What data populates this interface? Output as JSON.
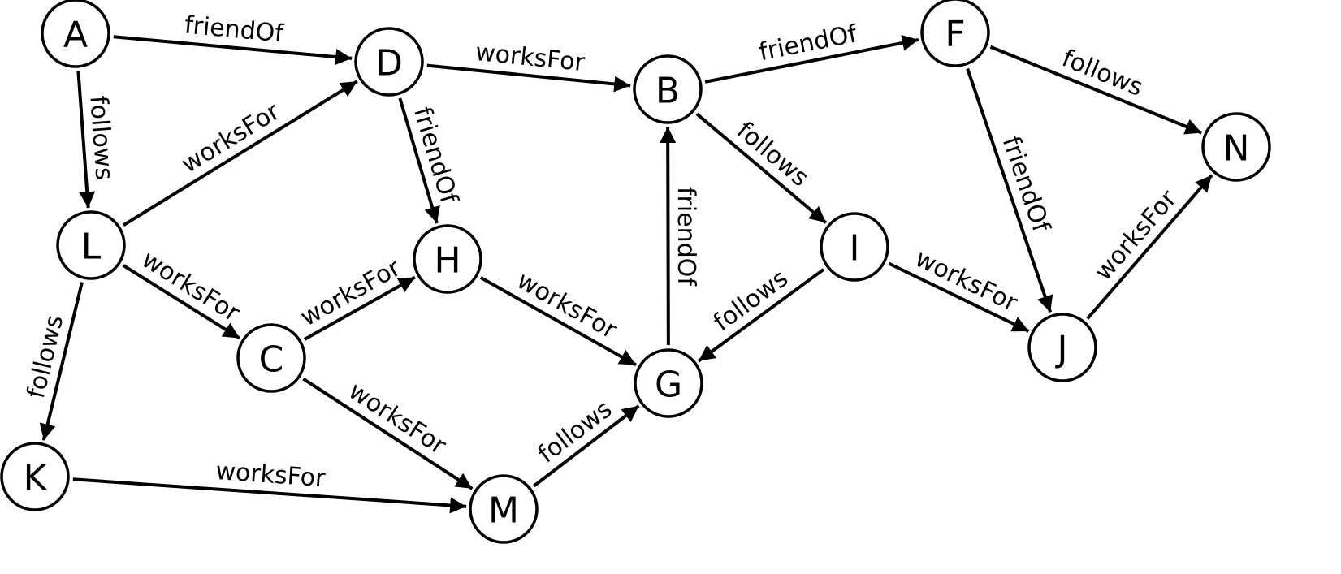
{
  "graph": {
    "nodes": [
      {
        "id": "A",
        "label": "A"
      },
      {
        "id": "D",
        "label": "D"
      },
      {
        "id": "B",
        "label": "B"
      },
      {
        "id": "F",
        "label": "F"
      },
      {
        "id": "N",
        "label": "N"
      },
      {
        "id": "L",
        "label": "L"
      },
      {
        "id": "H",
        "label": "H"
      },
      {
        "id": "I",
        "label": "I"
      },
      {
        "id": "C",
        "label": "C"
      },
      {
        "id": "G",
        "label": "G"
      },
      {
        "id": "J",
        "label": "J"
      },
      {
        "id": "K",
        "label": "K"
      },
      {
        "id": "M",
        "label": "M"
      }
    ],
    "edges": [
      {
        "from": "A",
        "to": "D",
        "label": "friendOf"
      },
      {
        "from": "A",
        "to": "L",
        "label": "follows"
      },
      {
        "from": "D",
        "to": "B",
        "label": "worksFor"
      },
      {
        "from": "D",
        "to": "H",
        "label": "friendOf"
      },
      {
        "from": "B",
        "to": "F",
        "label": "friendOf"
      },
      {
        "from": "B",
        "to": "I",
        "label": "follows"
      },
      {
        "from": "F",
        "to": "N",
        "label": "follows"
      },
      {
        "from": "F",
        "to": "J",
        "label": "friendOf"
      },
      {
        "from": "L",
        "to": "D",
        "label": "worksFor"
      },
      {
        "from": "L",
        "to": "C",
        "label": "worksFor"
      },
      {
        "from": "L",
        "to": "K",
        "label": "follows"
      },
      {
        "from": "C",
        "to": "H",
        "label": "worksFor"
      },
      {
        "from": "C",
        "to": "M",
        "label": "worksFor"
      },
      {
        "from": "H",
        "to": "G",
        "label": "worksFor"
      },
      {
        "from": "G",
        "to": "B",
        "label": "friendOf"
      },
      {
        "from": "I",
        "to": "G",
        "label": "follows"
      },
      {
        "from": "I",
        "to": "J",
        "label": "worksFor"
      },
      {
        "from": "J",
        "to": "N",
        "label": "worksFor"
      },
      {
        "from": "K",
        "to": "M",
        "label": "worksFor"
      },
      {
        "from": "M",
        "to": "G",
        "label": "follows"
      }
    ]
  }
}
